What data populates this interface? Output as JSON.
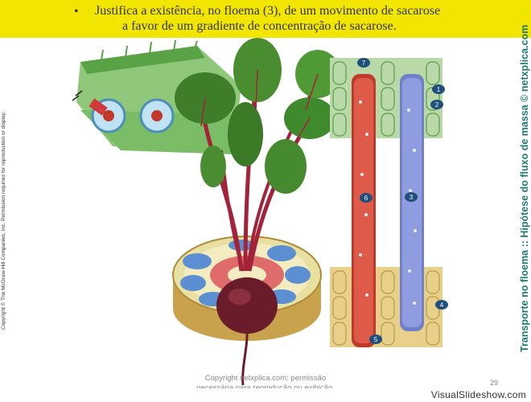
{
  "banner": {
    "bullet": "•",
    "line1": "Justifica a existência, no floema (3), de um movimento de sacarose",
    "line2": "a favor de um gradiente de concentração de sacarose."
  },
  "side_copyright": "Copyright © The McGraw-Hill Companies, Inc. Permission required for reproduction or display.",
  "side_title": "Transporte no floema :: Hipótese do fluxo de massa © netxplica.com",
  "footer": {
    "line1": "Copyright netxplica.com: permissão",
    "line2": "necessária para reprodução ou exibição."
  },
  "page_number": "29",
  "watermark": "VisualSlideshow.com",
  "diagram_labels": [
    "1",
    "2",
    "3",
    "4",
    "5",
    "6",
    "7"
  ],
  "colors": {
    "banner": "#f2e600",
    "xylem": "#c0392b",
    "phloem": "#6f7fc8",
    "side_title": "#1e7b73"
  }
}
